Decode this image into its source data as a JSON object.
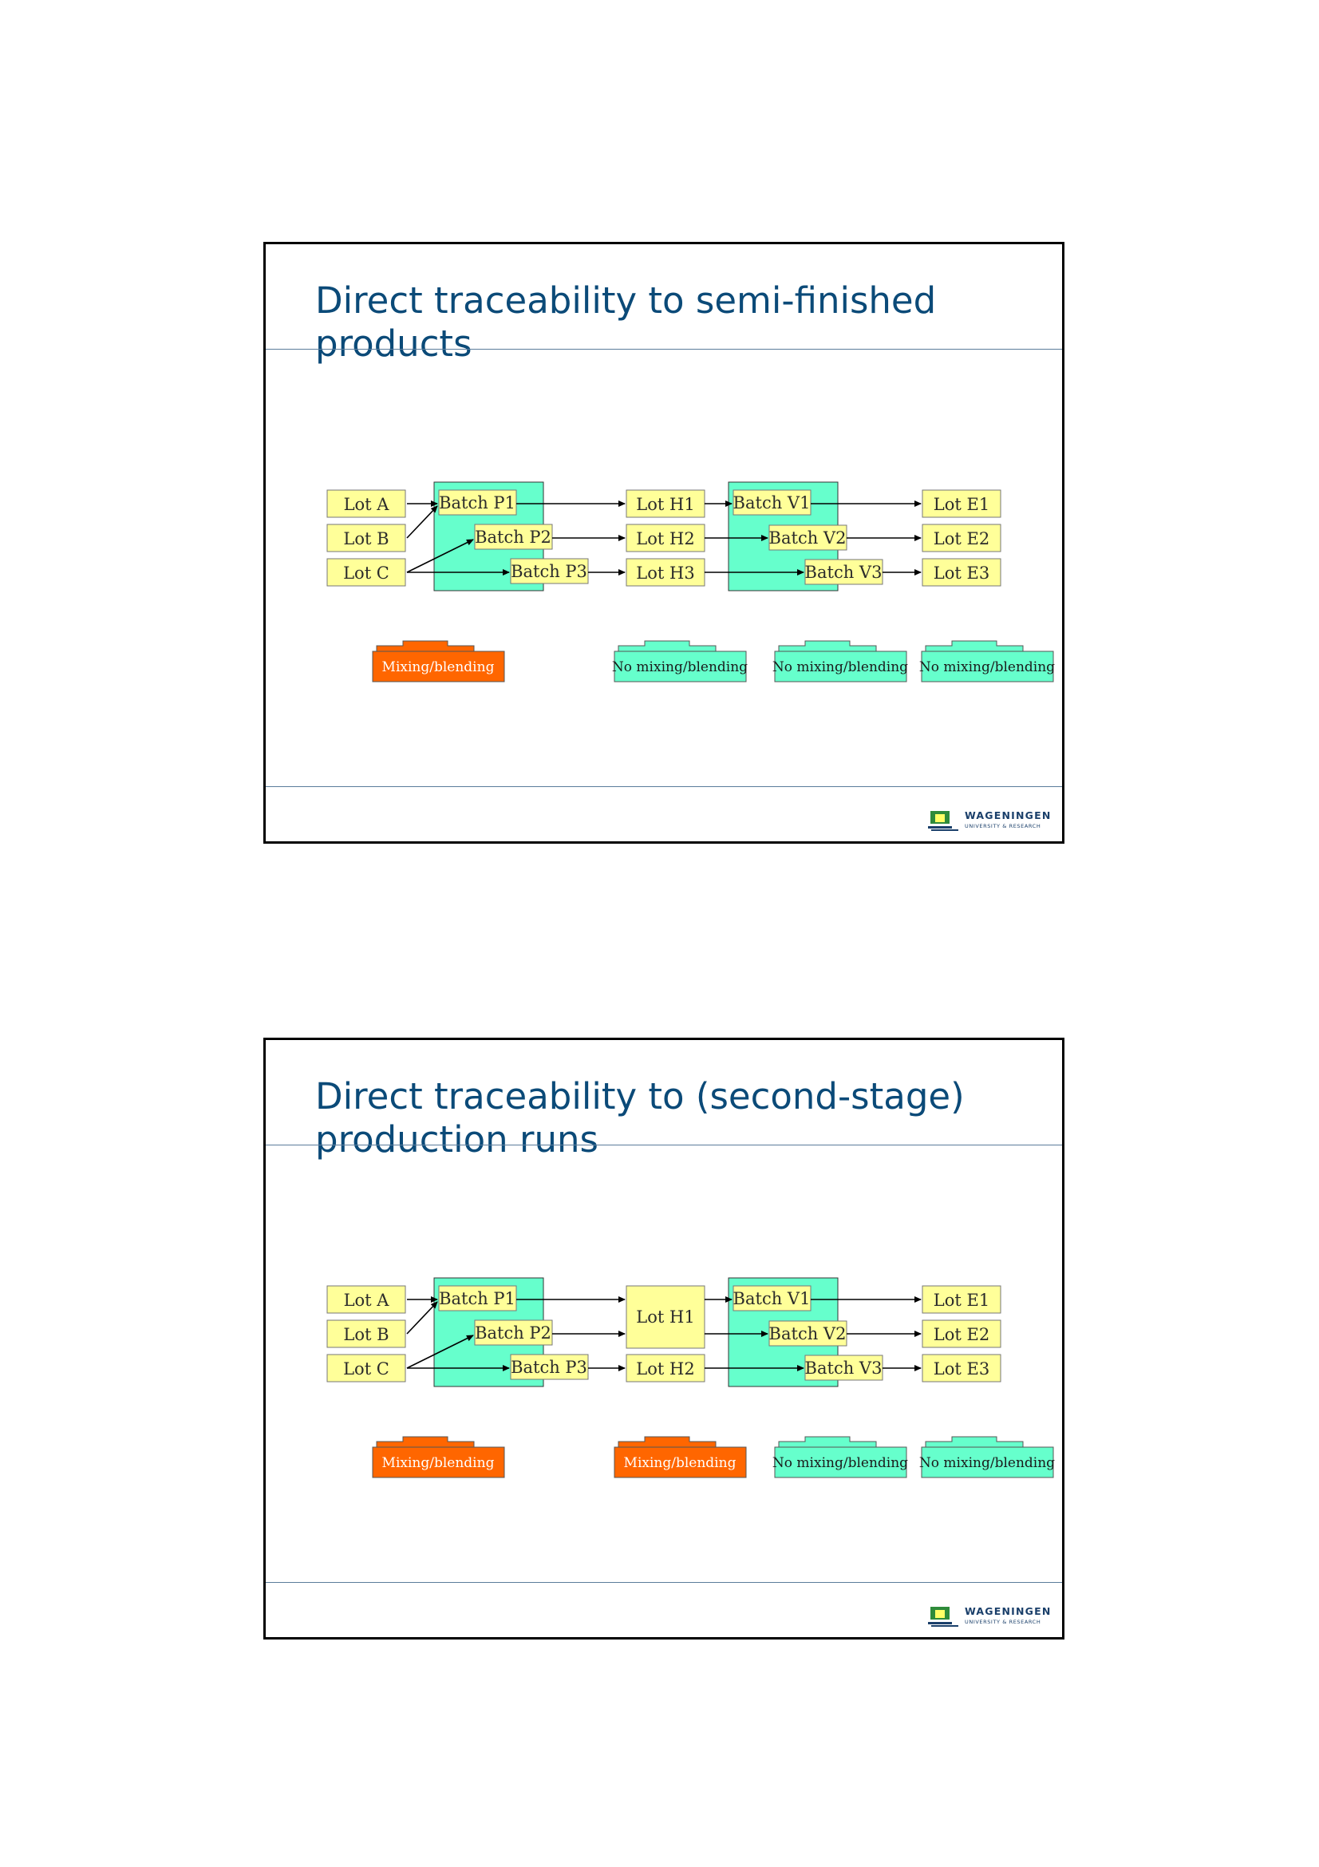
{
  "slides": [
    {
      "title_line1": "Direct traceability to semi-finished",
      "title_line2": "products",
      "lots": [
        "Lot A",
        "Lot B",
        "Lot C"
      ],
      "batches_p": [
        "Batch P1",
        "Batch P2",
        "Batch P3"
      ],
      "intermediate": [
        "Lot H1",
        "Lot H2",
        "Lot H3"
      ],
      "batches_v": [
        "Batch V1",
        "Batch V2",
        "Batch V3"
      ],
      "end_lots": [
        "Lot E1",
        "Lot E2",
        "Lot E3"
      ],
      "tags": [
        "Mixing/blending",
        "No mixing/blending",
        "No mixing/blending",
        "No mixing/blending"
      ],
      "logo_name": "WAGENINGEN",
      "logo_sub": "UNIVERSITY & RESEARCH"
    },
    {
      "title_line1": "Direct traceability to (second-stage)",
      "title_line2": "production runs",
      "lots": [
        "Lot A",
        "Lot B",
        "Lot C"
      ],
      "batches_p": [
        "Batch P1",
        "Batch P2",
        "Batch P3"
      ],
      "intermediate": [
        "Lot H1",
        "Lot H2"
      ],
      "batches_v": [
        "Batch V1",
        "Batch V2",
        "Batch V3"
      ],
      "end_lots": [
        "Lot E1",
        "Lot E2",
        "Lot E3"
      ],
      "tags": [
        "Mixing/blending",
        "Mixing/blending",
        "No mixing/blending",
        "No mixing/blending"
      ],
      "logo_name": "WAGENINGEN",
      "logo_sub": "UNIVERSITY & RESEARCH"
    }
  ],
  "colors": {
    "title": "#0b4a78",
    "lot_fill": "#ffff99",
    "process_fill": "#66ffcc",
    "mixing_fill": "#ff6600",
    "no_mixing_fill": "#66ffcc",
    "logo_green": "#2e8b3a",
    "logo_blue": "#1a3f6a"
  }
}
